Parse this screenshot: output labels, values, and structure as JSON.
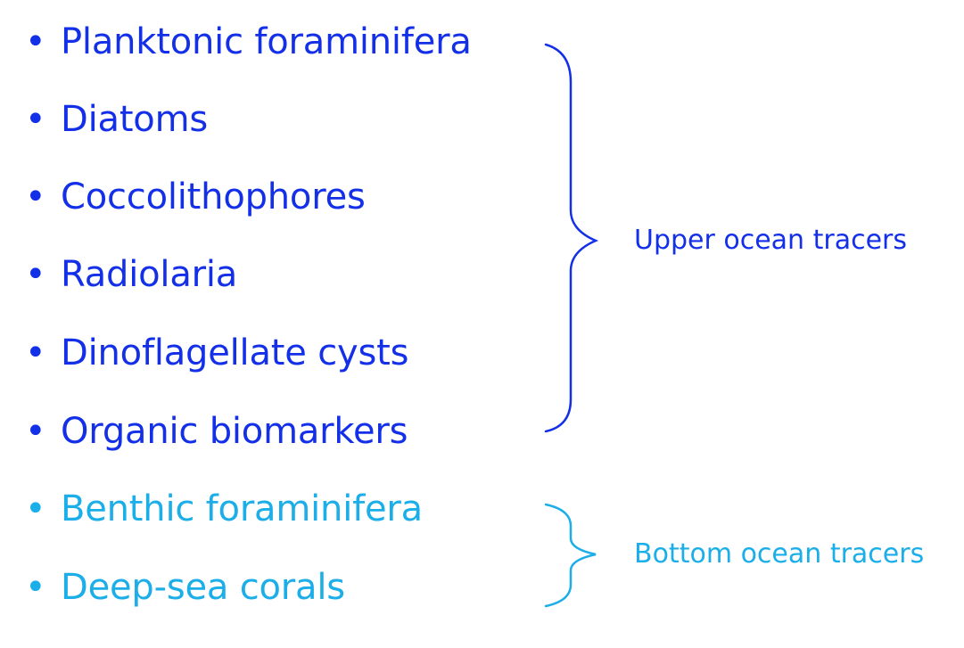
{
  "colors": {
    "upper": "#1330E8",
    "bottom": "#1BAEE8"
  },
  "upper_group": {
    "label": "Upper ocean tracers",
    "items": [
      "Planktonic foraminifera",
      "Diatoms",
      "Coccolithophores",
      "Radiolaria",
      "Dinoflagellate cysts",
      "Organic biomarkers"
    ]
  },
  "bottom_group": {
    "label": "Bottom ocean tracers",
    "items": [
      "Benthic foraminifera",
      "Deep-sea corals"
    ]
  },
  "bullet_glyph": "•"
}
